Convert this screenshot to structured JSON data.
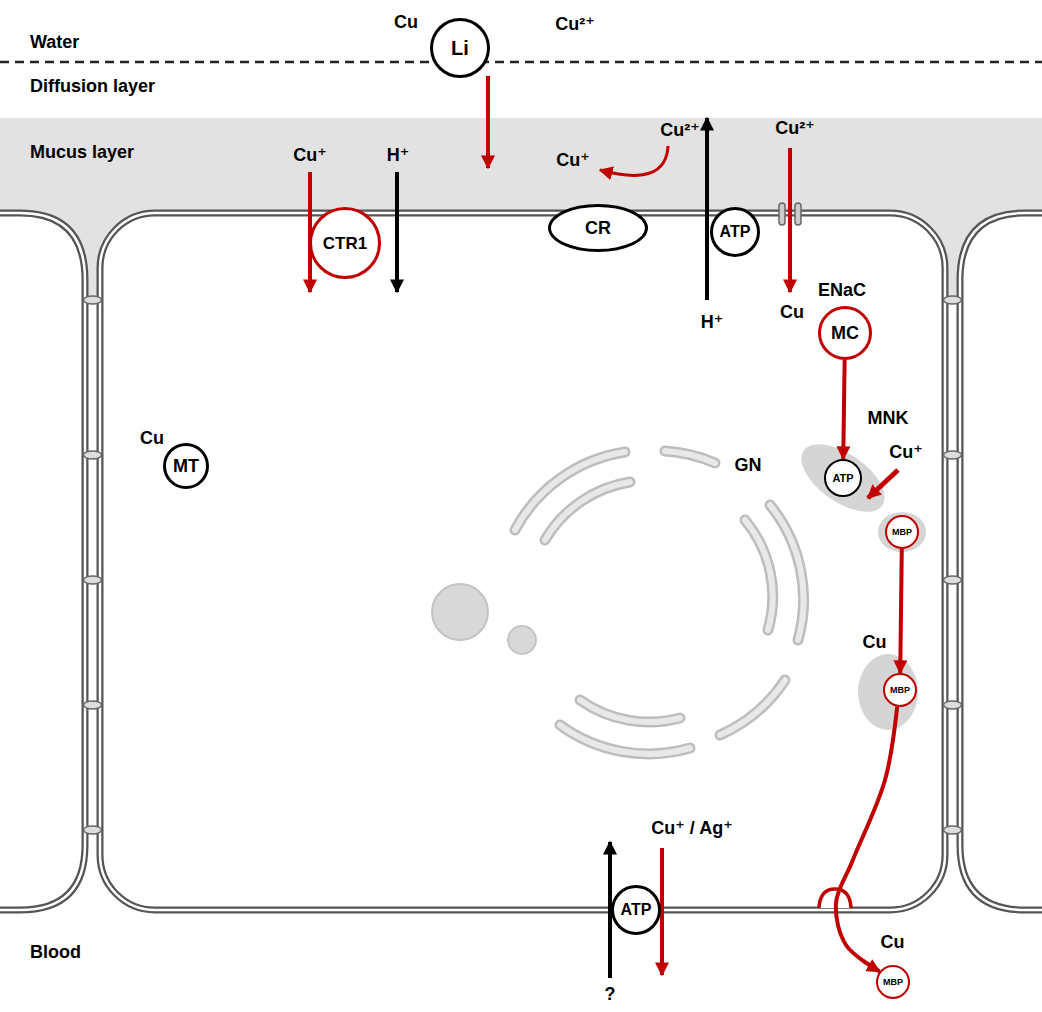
{
  "diagram": {
    "nodes": [
      {
        "text": [
          "Cu",
          "Li"
        ]
      },
      {
        "text": [
          "CTR1"
        ]
      },
      {
        "text": [
          "CR"
        ]
      },
      {
        "text": [
          "ATP"
        ]
      },
      {
        "text": [
          "Cu",
          "MC"
        ]
      },
      {
        "text": [
          "Cu",
          "MT"
        ]
      },
      {
        "text": [
          "ATP"
        ]
      },
      {
        "text": [
          "MBP"
        ]
      },
      {
        "text": [
          "Cu",
          "MBP"
        ]
      },
      {
        "text": [
          "ATP"
        ]
      },
      {
        "text": [
          "Cu",
          "MBP"
        ]
      }
    ],
    "edges": [
      {
        "from": 4,
        "to": 6,
        "arrow": "to"
      },
      {
        "from": 7,
        "to": 8,
        "arrow": "to"
      },
      {
        "from": 8,
        "to": 10,
        "arrow": "to"
      }
    ],
    "labels": [
      "Water",
      "Cu²⁺",
      "Diffusion layer",
      "Mucus layer",
      "Cu⁺",
      "H⁺",
      "Cu²⁺",
      "Cu⁺",
      "Cu²⁺",
      "ENaC",
      "H⁺",
      "MNK",
      "Cu⁺",
      "GN",
      "Cu⁺ / Ag⁺",
      "Blood",
      "?"
    ]
  }
}
